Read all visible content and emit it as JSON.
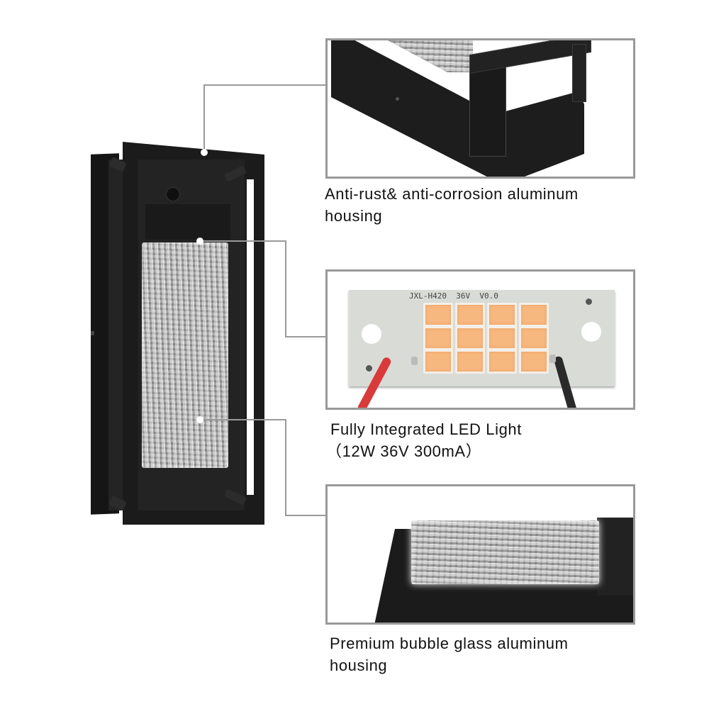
{
  "product": {
    "name": "Outdoor LED wall sconce with bubble glass panel",
    "colors": {
      "housing": "#1c1c1c",
      "callout_line": "#9a9a9a",
      "panel_border": "#999999",
      "led": "#f7b880",
      "pcb": "#d9dcd6",
      "wire_positive": "#d93a3a",
      "wire_negative": "#2a2a2a"
    }
  },
  "callouts": [
    {
      "id": "housing",
      "caption_line1": "Anti-rust& anti-corrosion aluminum",
      "caption_line2": "housing",
      "image_desc": "close-up of black aluminum frame corner"
    },
    {
      "id": "led",
      "caption_line1": "Fully Integrated LED Light",
      "caption_line2": "（12W 36V 300mA）",
      "pcb_label": "JXL-H420  36V  V0.0",
      "led_rows": 3,
      "led_cols": 4
    },
    {
      "id": "glass",
      "caption_line1": "Premium bubble glass aluminum",
      "caption_line2": "housing",
      "image_desc": "close-up of textured bubble glass block"
    }
  ]
}
